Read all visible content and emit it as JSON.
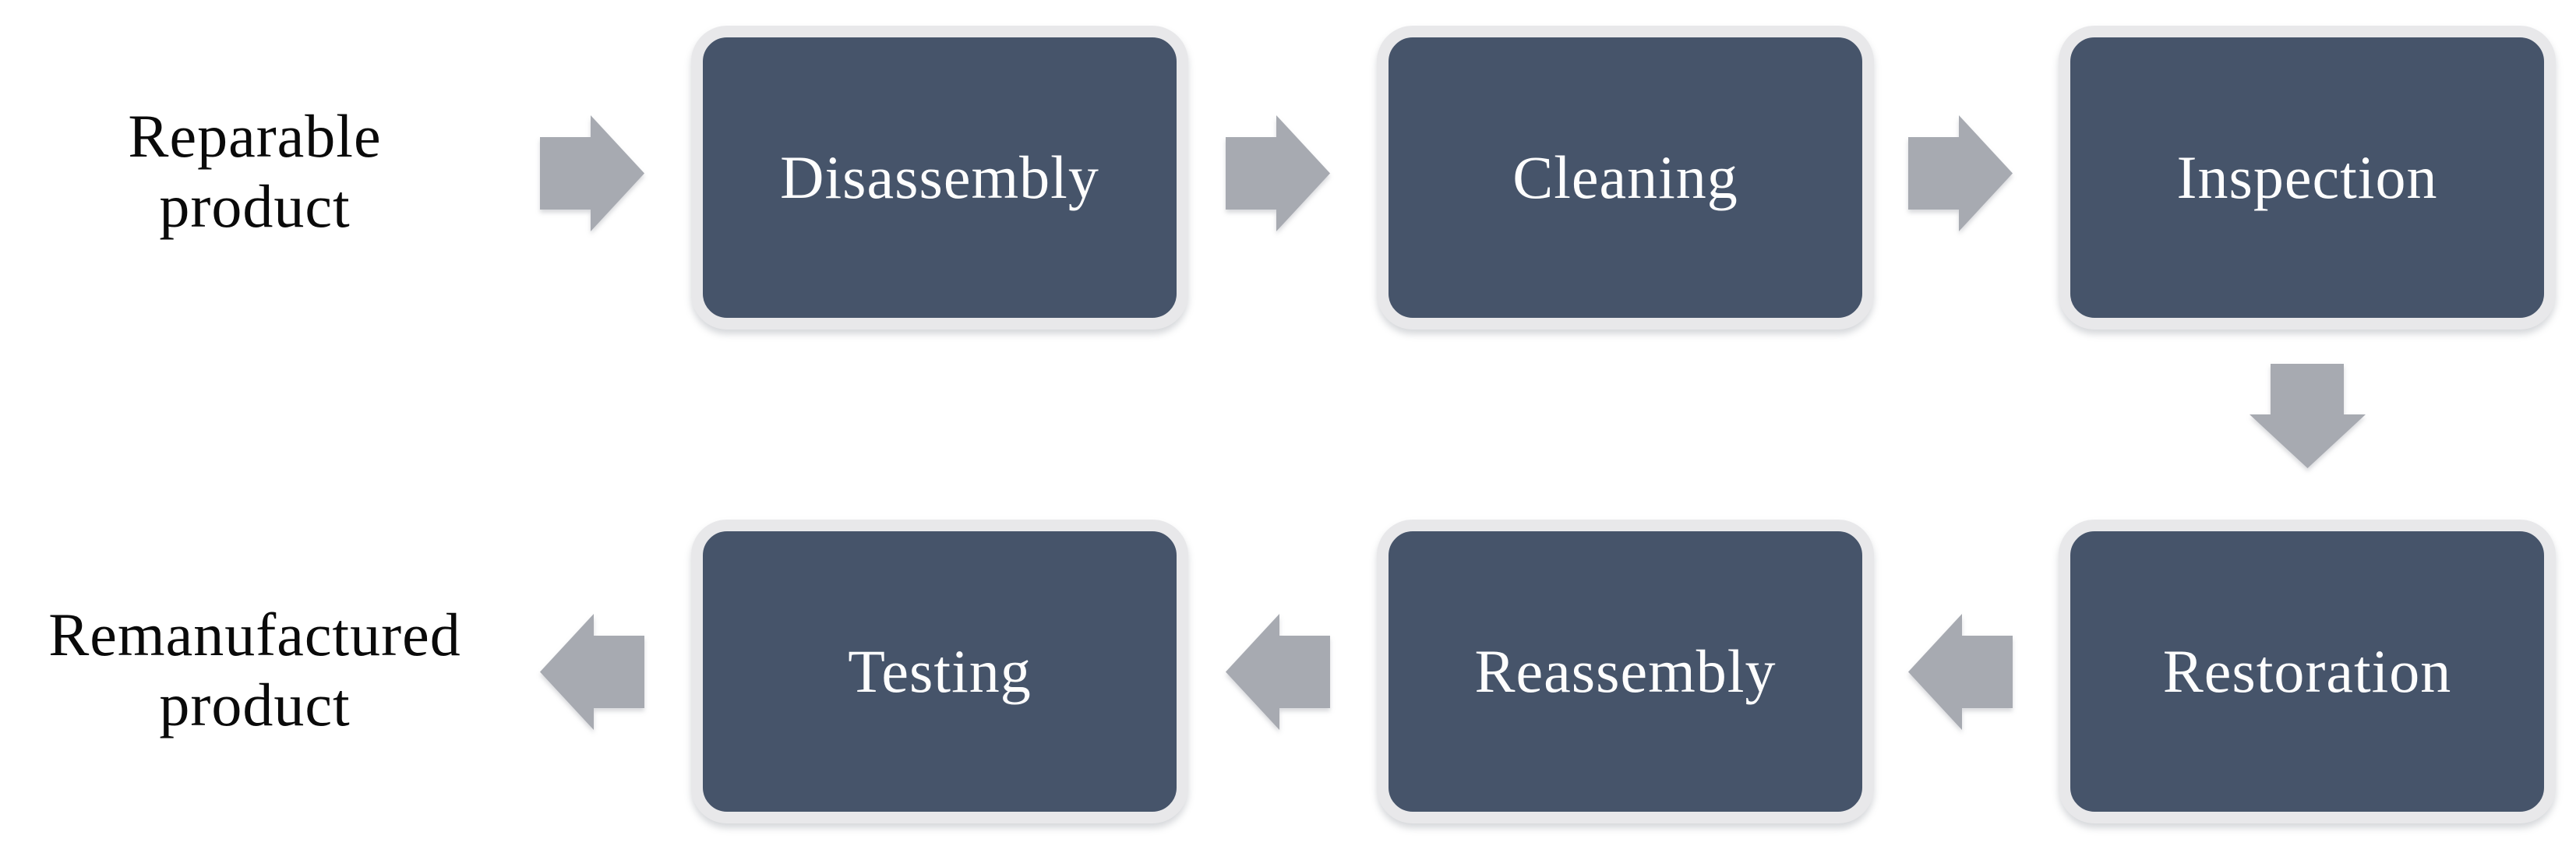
{
  "diagram": {
    "input_terminal": {
      "line1": "Reparable",
      "line2": "product"
    },
    "output_terminal": {
      "line1": "Remanufactured",
      "line2": "product"
    },
    "steps": [
      "Disassembly",
      "Cleaning",
      "Inspection",
      "Restoration",
      "Reassembly",
      "Testing"
    ],
    "icons": {
      "right_arrow": "block-arrow-right",
      "down_arrow": "block-arrow-down",
      "left_arrow": "block-arrow-left"
    },
    "colors": {
      "box_fill": "#46546A",
      "box_border": "#E8E8EA",
      "arrow_fill": "#A7AAB1",
      "box_text": "#FDFDFD",
      "terminal_text": "#0A0A0A",
      "background": "#FFFFFF"
    }
  }
}
